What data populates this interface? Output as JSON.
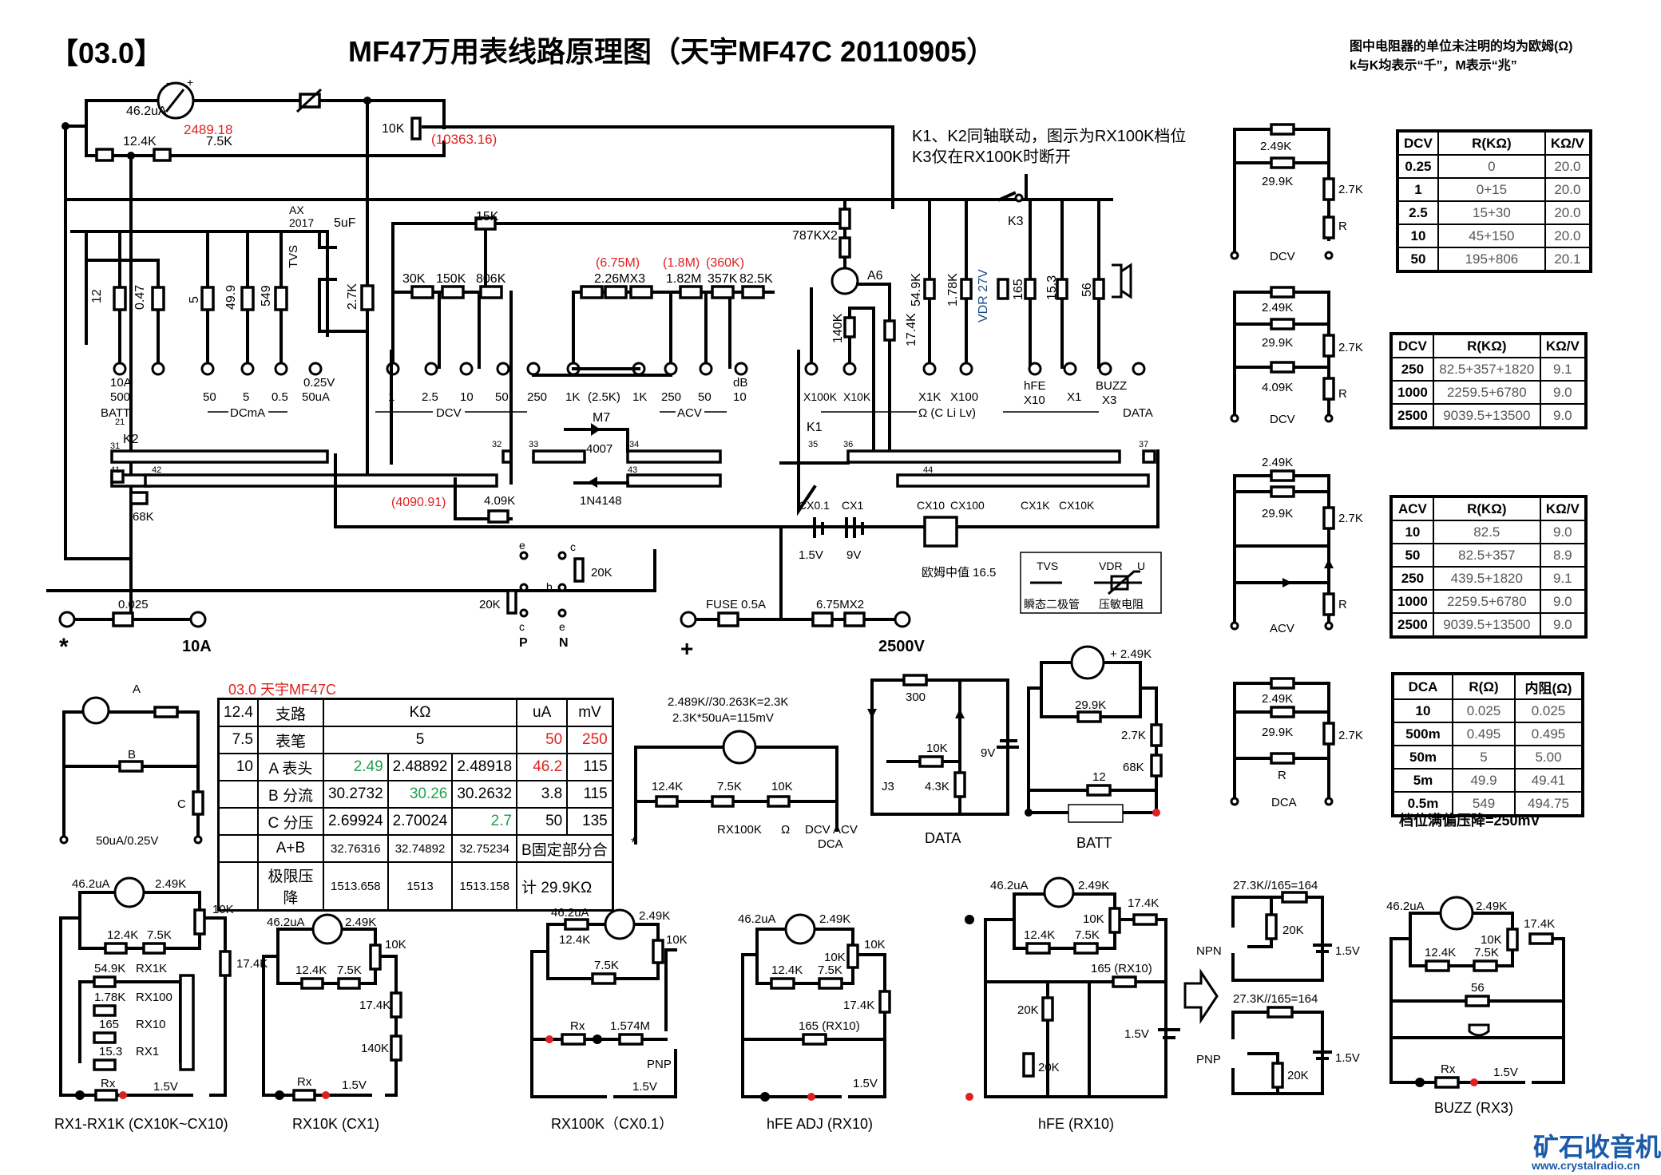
{
  "header": {
    "tag": "【03.0】",
    "title": "MF47万用表线路原理图（天宇MF47C  20110905）",
    "note_line1": "图中电阻器的单位未注明的均为欧姆(Ω)",
    "note_line2": "k与K均表示“千”，M表示“兆”"
  },
  "main_schematic": {
    "meter_current": "46.2uA",
    "meter_resistance": "2489.18",
    "pot_label": "10K",
    "pot_value": "(10363.16)",
    "r_12_4k": "12.4K",
    "r_7_5k": "7.5K",
    "k_note_line1": "K1、K2同轴联动，图示为RX100K档位",
    "k_note_line2": "K3仅在RX100K时断开",
    "ax_label_1": "AX",
    "ax_label_2": "2017",
    "cap_5uf": "5uF",
    "tvs": "TVS",
    "r_2_7k": "2.7K",
    "r_15k": "15K",
    "dcma_resistors": [
      "12",
      "0.47",
      "5",
      "49.9",
      "549"
    ],
    "dcv_resistors": [
      "30K",
      "150K",
      "806K"
    ],
    "acv_red_labels": [
      "(6.75M)",
      "(1.8M)",
      "(360K)"
    ],
    "acv_resistors": [
      "2.26MX3",
      "1.82M",
      "357K",
      "82.5K"
    ],
    "r_787k": "787KX2",
    "transistor": "A6",
    "r_140k": "140K",
    "r_17_4k": "17.4K",
    "ohm_resistors": [
      "54.9K",
      "1.78K",
      "165",
      "15.3",
      "56"
    ],
    "vdr": "VDR  27V",
    "k3": "K3",
    "range_top": [
      "10A",
      "0.25V"
    ],
    "range_labels": [
      "500",
      "50",
      "5",
      "0.5",
      "50uA",
      "1",
      "2.5",
      "10",
      "50",
      "250",
      "1K",
      "(2.5K)",
      "1K",
      "250",
      "50",
      "10"
    ],
    "db_label": "dB",
    "ohm_ranges": [
      "X100K",
      "X10K",
      "X1K",
      "X100",
      "hFE",
      "X10",
      "X1",
      "BUZZ",
      "X3"
    ],
    "group_labels": [
      "BATT",
      "DCmA",
      "DCV",
      "ACV",
      "Ω (C Li Lv)",
      "DATA"
    ],
    "switch_labels": [
      "K2",
      "K1",
      "M7",
      "4007",
      "1N4148"
    ],
    "contacts": [
      "21",
      "31",
      "41",
      "42",
      "32",
      "33",
      "34",
      "43",
      "35",
      "36",
      "37",
      "44"
    ],
    "r_68k": "68K",
    "r_4090": "(4090.91)",
    "r_4_09k": "4.09K",
    "cx_labels": [
      "CX0.1",
      "CX1",
      "CX10",
      "CX100",
      "CX1K",
      "CX10K"
    ],
    "batteries": [
      "1.5V",
      "9V"
    ],
    "ohm_center": "欧姆中值 16.5",
    "legend": {
      "tvs": "TVS",
      "vdr": "VDR",
      "u": "U",
      "tvs_cn": "瞬态二极管",
      "vdr_cn": "压敏电阻"
    },
    "transistor_pins": [
      "e",
      "c",
      "b",
      "c",
      "e"
    ],
    "r_20k": "20K",
    "pn": [
      "P",
      "N"
    ],
    "shunt": "0.025",
    "fuse": "FUSE 0.5A",
    "r_6_75m": "6.75MX2",
    "terminals": [
      "*",
      "10A",
      "+",
      "2500V"
    ]
  },
  "tables": {
    "dcv1": {
      "headers": [
        "DCV",
        "R(KΩ)",
        "KΩ/V"
      ],
      "rows": [
        [
          "0.25",
          "0",
          "20.0"
        ],
        [
          "1",
          "0+15",
          "20.0"
        ],
        [
          "2.5",
          "15+30",
          "20.0"
        ],
        [
          "10",
          "45+150",
          "20.0"
        ],
        [
          "50",
          "195+806",
          "20.1"
        ]
      ]
    },
    "dcv2": {
      "headers": [
        "DCV",
        "R(KΩ)",
        "KΩ/V"
      ],
      "rows": [
        [
          "250",
          "82.5+357+1820",
          "9.1"
        ],
        [
          "1000",
          "2259.5+6780",
          "9.0"
        ],
        [
          "2500",
          "9039.5+13500",
          "9.0"
        ]
      ]
    },
    "acv": {
      "headers": [
        "ACV",
        "R(KΩ)",
        "KΩ/V"
      ],
      "rows": [
        [
          "10",
          "82.5",
          "9.0"
        ],
        [
          "50",
          "82.5+357",
          "8.9"
        ],
        [
          "250",
          "439.5+1820",
          "9.1"
        ],
        [
          "1000",
          "2259.5+6780",
          "9.0"
        ],
        [
          "2500",
          "9039.5+13500",
          "9.0"
        ]
      ]
    },
    "dca": {
      "headers": [
        "DCA",
        "R(Ω)",
        "内阻(Ω)"
      ],
      "rows": [
        [
          "10",
          "0.025",
          "0.025"
        ],
        [
          "500m",
          "0.495",
          "0.495"
        ],
        [
          "50m",
          "5",
          "5.00"
        ],
        [
          "5m",
          "49.9",
          "49.41"
        ],
        [
          "0.5m",
          "549",
          "494.75"
        ]
      ],
      "footer": "档位满偏压降=250mV"
    },
    "calc": {
      "caption": "03.0 天宇MF47C",
      "rows": [
        [
          "12.4",
          "支路",
          "KΩ",
          "uA",
          "mV"
        ],
        [
          "7.5",
          "表笔",
          "5",
          "50",
          "250"
        ],
        [
          "10",
          "A 表头",
          "2.49",
          "2.48892",
          "2.48918",
          "46.2",
          "115"
        ],
        [
          "",
          "B 分流",
          "30.2732",
          "30.26",
          "30.2632",
          "3.8",
          "115"
        ],
        [
          "",
          "C 分压",
          "2.69924",
          "2.70024",
          "2.7",
          "50",
          "135"
        ],
        [
          "",
          "A+B",
          "32.76316",
          "32.74892",
          "32.75234",
          "B固定部分合"
        ],
        [
          "",
          "极限压降",
          "1513.658",
          "1513",
          "1513.158",
          "计 29.9KΩ"
        ]
      ]
    }
  },
  "side_circuits": {
    "labels": [
      "2.49K",
      "29.9K",
      "2.7K",
      "R",
      "4.09K"
    ],
    "modes": [
      "DCV",
      "DCV",
      "ACV",
      "DCA"
    ]
  },
  "abc_circuit": {
    "a": "A",
    "b": "B",
    "c": "C",
    "bottom": "50uA/0.25V"
  },
  "equiv_circuit": {
    "line1": "2.489K//30.263K=2.3K",
    "line2": "2.3K*50uA=115mV",
    "resistors": [
      "12.4K",
      "7.5K",
      "10K"
    ],
    "range": "RX100K",
    "omega": "Ω",
    "out1": "DCV ACV",
    "out2": "DCA",
    "star": "*"
  },
  "data_circuit": {
    "r300": "300",
    "r10k": "10K",
    "r4_3k": "4.3K",
    "bat": "9V",
    "j3": "J3",
    "title": "DATA"
  },
  "batt_circuit": {
    "meter": "+ 2.49K",
    "r29_9k": "29.9K",
    "r2_7k": "2.7K",
    "r68k": "68K",
    "r12": "12",
    "title": "BATT"
  },
  "sub_circuits": [
    {
      "title": "RX1-RX1K (CX10K~CX10)",
      "items": [
        "46.2uA",
        "2.49K",
        "10K",
        "12.4K",
        "7.5K",
        "17.4K",
        "54.9K",
        "RX1K",
        "1.78K",
        "RX100",
        "165",
        "RX10",
        "15.3",
        "RX1",
        "Rx",
        "1.5V"
      ]
    },
    {
      "title": "RX10K (CX1)",
      "items": [
        "46.2uA",
        "2.49K",
        "10K",
        "12.4K",
        "7.5K",
        "17.4K",
        "140K",
        "Rx",
        "1.5V"
      ]
    },
    {
      "title": "RX100K（CX0.1）",
      "items": [
        "46.2uA",
        "12.4K",
        "2.49K",
        "10K",
        "7.5K",
        "Rx",
        "1.574M",
        "PNP",
        "1.5V"
      ]
    },
    {
      "title": "hFE  ADJ (RX10)",
      "items": [
        "46.2uA",
        "2.49K",
        "10K",
        "10K",
        "12.4K",
        "7.5K",
        "17.4K",
        "165 (RX10)",
        "1.5V"
      ]
    },
    {
      "title": "hFE (RX10)",
      "items": [
        "46.2uA",
        "2.49K",
        "17.4K",
        "10K",
        "12.4K",
        "7.5K",
        "165  (RX10)",
        "20K",
        "20K",
        "1.5V"
      ]
    },
    {
      "title": "NPN / PNP",
      "items": [
        "27.3K//165=164",
        "20K",
        "NPN",
        "1.5V",
        "27.3K//165=164",
        "PNP",
        "20K",
        "1.5V"
      ]
    },
    {
      "title": "BUZZ (RX3)",
      "items": [
        "46.2uA",
        "2.49K",
        "17.4K",
        "10K",
        "12.4K",
        "7.5K",
        "56",
        "Rx",
        "1.5V"
      ]
    }
  ],
  "brand": {
    "name": "矿石收音机",
    "url": "www.crystalradio.cn",
    "color": "#1a5aa8"
  },
  "colors": {
    "accent_red": "#e02020",
    "accent_green": "#1fa050"
  }
}
